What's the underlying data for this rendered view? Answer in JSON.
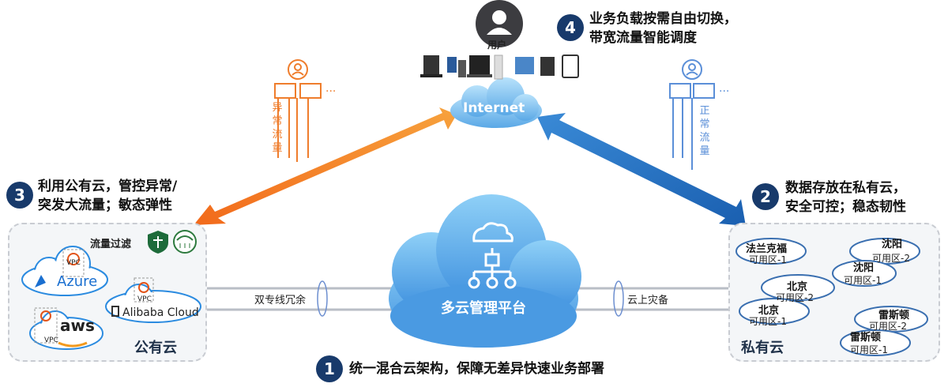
{
  "user": {
    "label": "用户"
  },
  "internet": {
    "label": "Internet"
  },
  "center": {
    "label": "多云管理平台"
  },
  "callouts": {
    "c1": {
      "num": "1",
      "text": "统一混合云架构，保障无差异快速业务部署"
    },
    "c2": {
      "num": "2",
      "line1": "数据存放在私有云，",
      "line2": "安全可控；稳态韧性"
    },
    "c3": {
      "num": "3",
      "line1": "利用公有云，管控异常/",
      "line2": "突发大流量；敏态弹性"
    },
    "c4": {
      "num": "4",
      "line1": "业务负载按需自由切换，",
      "line2": "带宽流量智能调度"
    }
  },
  "flows": {
    "abnormal": {
      "label": "异常流量",
      "color": "#ef7d2c"
    },
    "normal": {
      "label": "正常流量",
      "color": "#5b8fd8"
    }
  },
  "links": {
    "left": "双专线冗余",
    "right": "云上灾备"
  },
  "public_cloud": {
    "title": "公有云",
    "filter": "流量过滤",
    "vpc": "VPC",
    "providers": [
      "Azure",
      "Alibaba Cloud",
      "aws"
    ]
  },
  "private_cloud": {
    "title": "私有云",
    "regions": [
      {
        "name": "法兰克福",
        "zone": "可用区-1"
      },
      {
        "name": "北京",
        "zone": "可用区-2"
      },
      {
        "name": "北京",
        "zone": "可用区-1"
      },
      {
        "name": "沈阳",
        "zone": "可用区-2"
      },
      {
        "name": "沈阳",
        "zone": "可用区-1"
      },
      {
        "name": "雷斯顿",
        "zone": "可用区-2"
      },
      {
        "name": "雷斯顿",
        "zone": "可用区-1"
      }
    ]
  },
  "colors": {
    "orange": "#f07f28",
    "blue": "#2f7ac6",
    "navy": "#183a6b",
    "cloud": "#5aa6e8"
  }
}
